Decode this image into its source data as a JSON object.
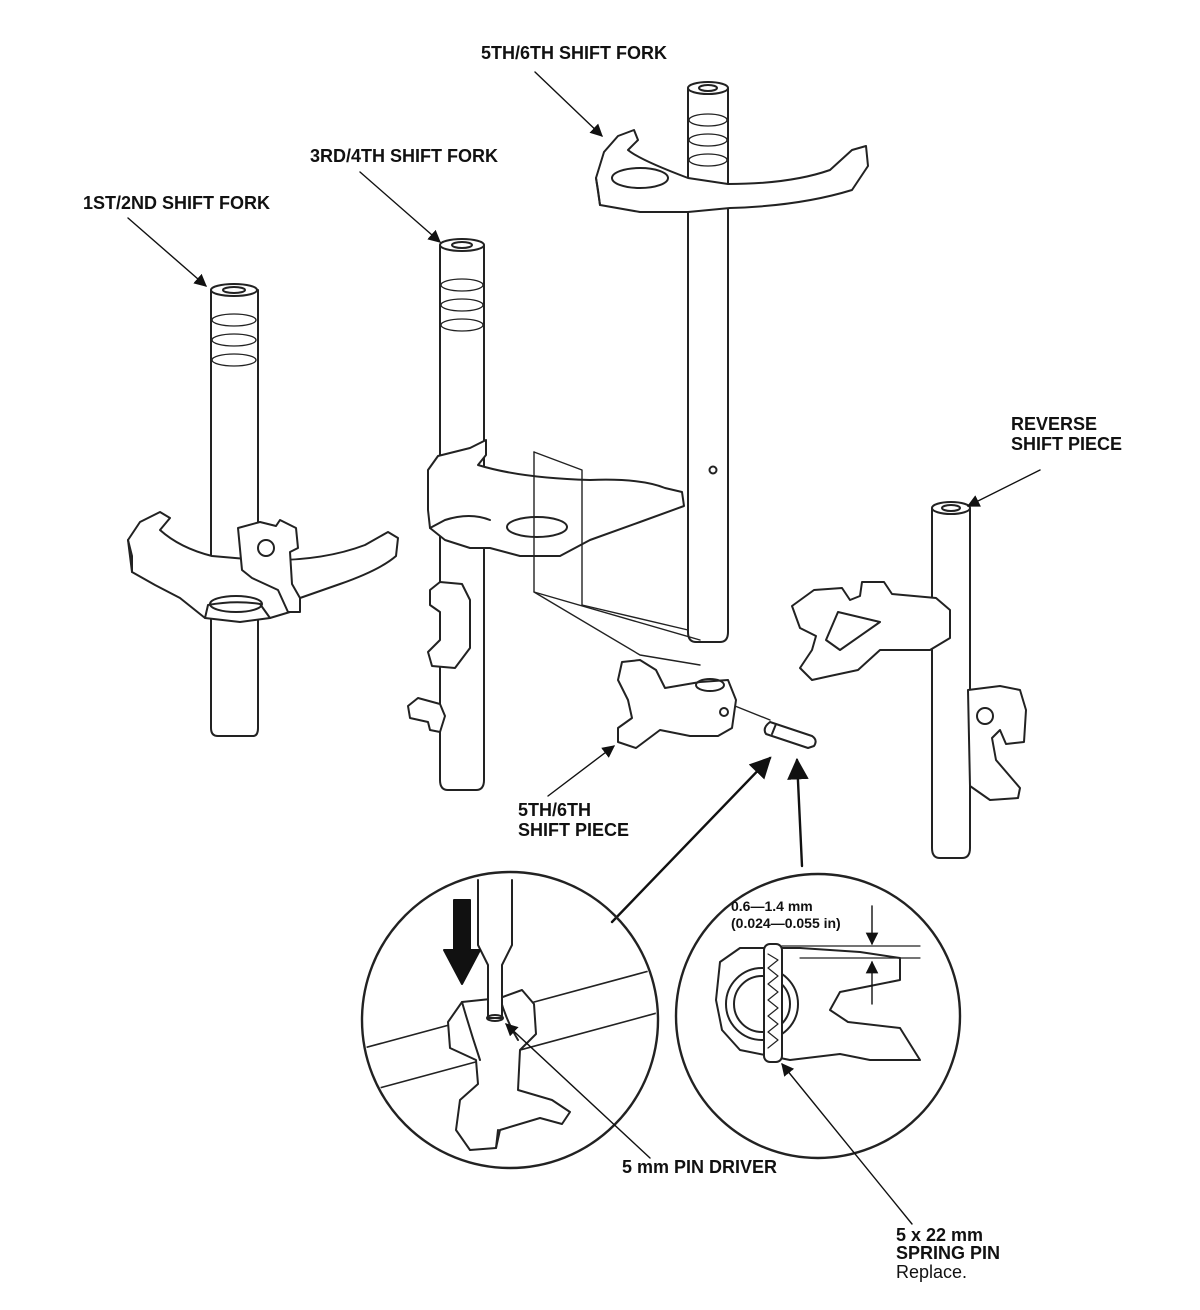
{
  "labels": {
    "fork_56": "5TH/6TH SHIFT FORK",
    "fork_34": "3RD/4TH SHIFT FORK",
    "fork_12": "1ST/2ND SHIFT FORK",
    "reverse_line1": "REVERSE",
    "reverse_line2": "SHIFT PIECE",
    "piece_line1": "5TH/6TH",
    "piece_line2": "SHIFT PIECE",
    "gap_line1": "0.6—1.4 mm",
    "gap_line2": "(0.024—0.055 in)",
    "pin_driver": "5 mm PIN DRIVER",
    "spring_line1": "5 x 22 mm",
    "spring_line2": "SPRING PIN",
    "spring_note": "Replace."
  }
}
